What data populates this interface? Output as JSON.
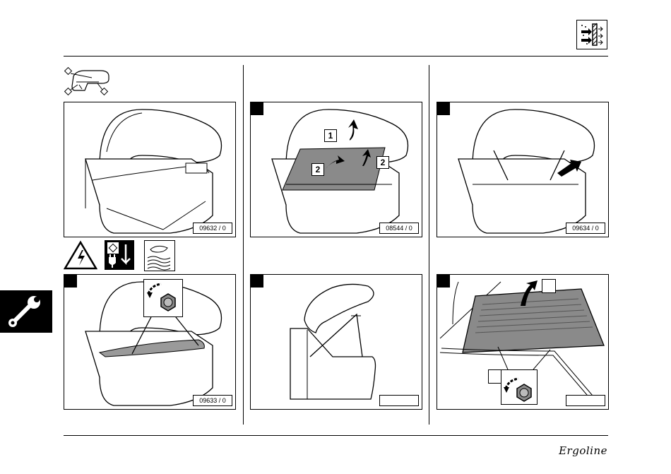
{
  "header": {
    "icon": "ventilation-filter-icon"
  },
  "panels": [
    {
      "id": "p1",
      "code": "09632 / 0",
      "step": ""
    },
    {
      "id": "p2",
      "code": "08544 / 0",
      "step": "marker",
      "callouts": [
        "1",
        "2",
        "2"
      ]
    },
    {
      "id": "p3",
      "code": "09634 / 0",
      "step": "marker"
    },
    {
      "id": "p4",
      "code": "09633 / 0",
      "step": "marker"
    },
    {
      "id": "p5",
      "code": "",
      "step": "marker"
    },
    {
      "id": "p6",
      "code": "",
      "step": "marker"
    }
  ],
  "warnings": {
    "icons": [
      "electrical-hazard-icon",
      "unplug-power-icon",
      "hot-surface-icon"
    ]
  },
  "sidetab": {
    "icon": "wrench-icon"
  },
  "footer": {
    "brand": "Ergoline"
  }
}
